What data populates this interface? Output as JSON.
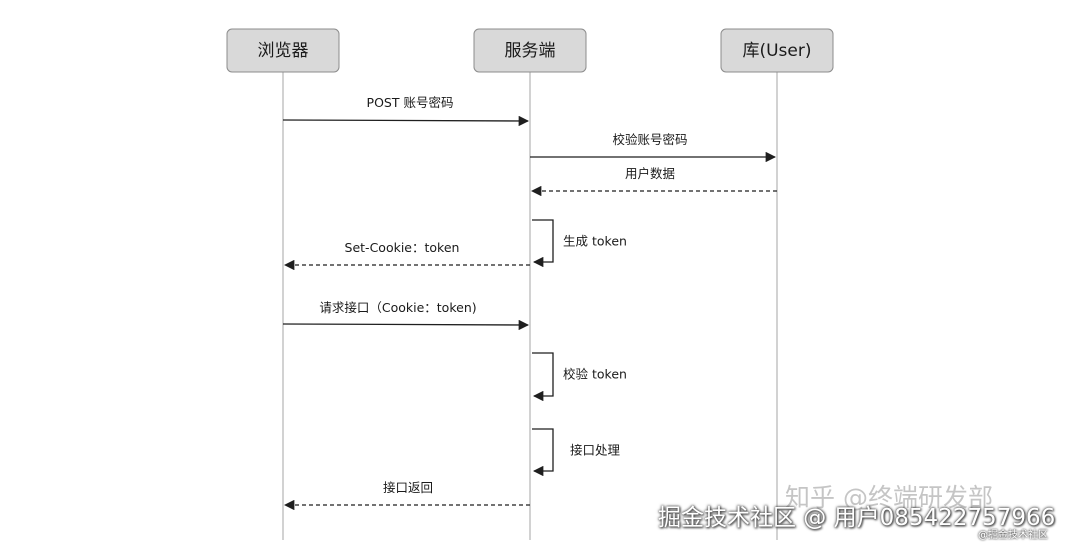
{
  "actors": [
    {
      "id": "browser",
      "label": "浏览器"
    },
    {
      "id": "server",
      "label": "服务端"
    },
    {
      "id": "db",
      "label": "库(User)"
    }
  ],
  "messages": [
    {
      "name": "msg-post-credentials",
      "from": "browser",
      "to": "server",
      "label": "POST 账号密码",
      "style": "solid"
    },
    {
      "name": "msg-verify-credentials",
      "from": "server",
      "to": "db",
      "label": "校验账号密码",
      "style": "solid"
    },
    {
      "name": "msg-user-data",
      "from": "db",
      "to": "server",
      "label": "用户数据",
      "style": "dashed"
    },
    {
      "name": "msg-generate-token",
      "from": "server",
      "to": "server",
      "label": "生成 token",
      "style": "self"
    },
    {
      "name": "msg-set-cookie",
      "from": "server",
      "to": "browser",
      "label": "Set-Cookie：token",
      "style": "dashed"
    },
    {
      "name": "msg-request-api",
      "from": "browser",
      "to": "server",
      "label": "请求接口（Cookie：token)",
      "style": "solid"
    },
    {
      "name": "msg-verify-token",
      "from": "server",
      "to": "server",
      "label": "校验 token",
      "style": "self"
    },
    {
      "name": "msg-handle-api",
      "from": "server",
      "to": "server",
      "label": "接口处理",
      "style": "self"
    },
    {
      "name": "msg-api-response",
      "from": "server",
      "to": "browser",
      "label": "接口返回",
      "style": "dashed"
    }
  ],
  "watermarks": {
    "zhihu": "知乎 @终端研发部",
    "juejin": "掘金技术社区 @ 用户0854227579­66",
    "juejin_small": "@掘金技术社区"
  }
}
